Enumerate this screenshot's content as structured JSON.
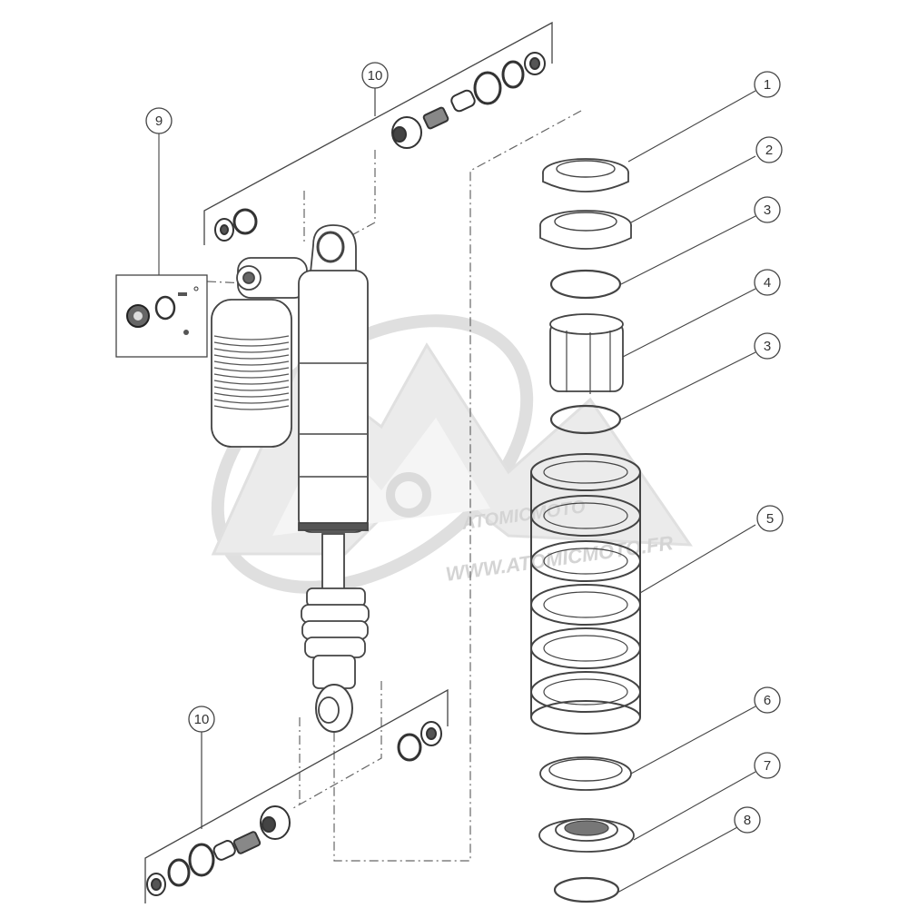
{
  "watermark": {
    "brand": "ATOMICMOTO",
    "url": "WWW.ATOMICMOTO.FR"
  },
  "callouts": [
    {
      "id": "c1",
      "label": "1"
    },
    {
      "id": "c2",
      "label": "2"
    },
    {
      "id": "c3a",
      "label": "3"
    },
    {
      "id": "c4",
      "label": "4"
    },
    {
      "id": "c3b",
      "label": "3"
    },
    {
      "id": "c5",
      "label": "5"
    },
    {
      "id": "c6",
      "label": "6"
    },
    {
      "id": "c7",
      "label": "7"
    },
    {
      "id": "c8",
      "label": "8"
    },
    {
      "id": "c9",
      "label": "9"
    },
    {
      "id": "c10a",
      "label": "10"
    },
    {
      "id": "c10b",
      "label": "10"
    }
  ],
  "colors": {
    "line": "#444444",
    "part_fill": "#ffffff",
    "watermark": "#d6d6d6",
    "dark_part": "#555555"
  }
}
